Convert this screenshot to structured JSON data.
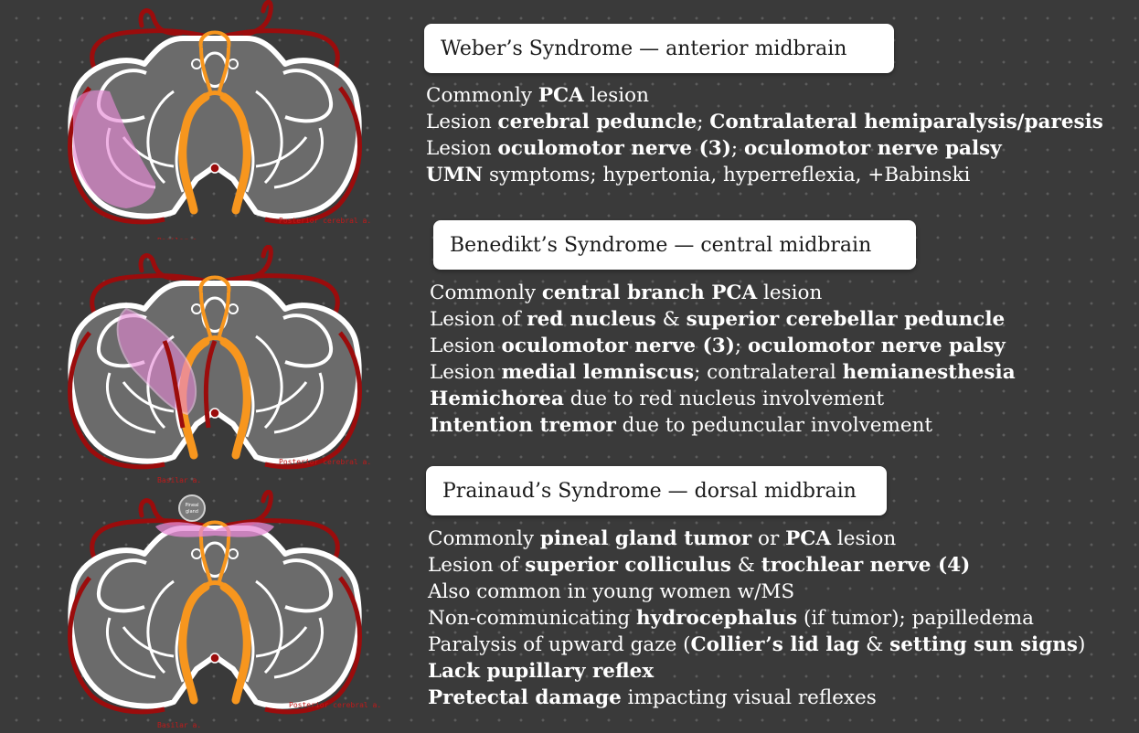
{
  "labels": {
    "posterior_cerebral": "Posterior cerebral a.",
    "basilar": "Basilar a.",
    "pineal_line1": "Pineal",
    "pineal_line2": "gland"
  },
  "colors": {
    "artery": "#9b0c0c",
    "tract": "#f7961e",
    "lesion": "#e78ad6",
    "outline": "#ffffff",
    "fill": "#6b6b6b"
  },
  "sections": [
    {
      "title": "Weber’s Syndrome — anterior midbrain",
      "lines": [
        [
          {
            "t": "Commonly "
          },
          {
            "t": "PCA",
            "b": true
          },
          {
            "t": " lesion"
          }
        ],
        [
          {
            "t": "Lesion "
          },
          {
            "t": "cerebral peduncle",
            "b": true
          },
          {
            "t": "; "
          },
          {
            "t": "Contralateral hemiparalysis/paresis",
            "b": true
          }
        ],
        [
          {
            "t": "Lesion "
          },
          {
            "t": "oculomotor nerve (3)",
            "b": true
          },
          {
            "t": "; "
          },
          {
            "t": "oculomotor nerve palsy",
            "b": true
          }
        ],
        [
          {
            "t": "UMN",
            "b": true
          },
          {
            "t": " symptoms; hypertonia, hyperreflexia, +Babinski"
          }
        ]
      ]
    },
    {
      "title": "Benedikt’s Syndrome — central midbrain",
      "lines": [
        [
          {
            "t": "Commonly "
          },
          {
            "t": "central branch PCA",
            "b": true
          },
          {
            "t": " lesion"
          }
        ],
        [
          {
            "t": "Lesion of "
          },
          {
            "t": "red nucleus",
            "b": true
          },
          {
            "t": " & "
          },
          {
            "t": "superior cerebellar peduncle",
            "b": true
          }
        ],
        [
          {
            "t": "Lesion "
          },
          {
            "t": "oculomotor nerve (3)",
            "b": true
          },
          {
            "t": "; "
          },
          {
            "t": "oculomotor nerve palsy",
            "b": true
          }
        ],
        [
          {
            "t": "Lesion "
          },
          {
            "t": "medial lemniscus",
            "b": true
          },
          {
            "t": "; contralateral "
          },
          {
            "t": "hemianesthesia",
            "b": true
          }
        ],
        [
          {
            "t": "Hemichorea",
            "b": true
          },
          {
            "t": " due to red nucleus involvement"
          }
        ],
        [
          {
            "t": "Intention tremor",
            "b": true
          },
          {
            "t": " due to peduncular involvement"
          }
        ]
      ]
    },
    {
      "title": "Prainaud’s Syndrome — dorsal midbrain",
      "lines": [
        [
          {
            "t": "Commonly "
          },
          {
            "t": "pineal gland tumor",
            "b": true
          },
          {
            "t": " or "
          },
          {
            "t": "PCA",
            "b": true
          },
          {
            "t": " lesion"
          }
        ],
        [
          {
            "t": "Lesion of "
          },
          {
            "t": "superior colliculus",
            "b": true
          },
          {
            "t": " & "
          },
          {
            "t": "trochlear nerve (4)",
            "b": true
          }
        ],
        [
          {
            "t": "Also common in young women w/MS"
          }
        ],
        [
          {
            "t": "Non-communicating "
          },
          {
            "t": "hydrocephalus",
            "b": true
          },
          {
            "t": " (if tumor); papilledema"
          }
        ],
        [
          {
            "t": "Paralysis of upward gaze ("
          },
          {
            "t": "Collier’s lid lag",
            "b": true
          },
          {
            "t": " & "
          },
          {
            "t": "setting sun signs",
            "b": true
          },
          {
            "t": ")"
          }
        ],
        [
          {
            "t": "Lack pupillary reflex",
            "b": true
          }
        ],
        [
          {
            "t": "Pretectal damage",
            "b": true
          },
          {
            "t": " impacting visual reflexes"
          }
        ]
      ]
    }
  ]
}
